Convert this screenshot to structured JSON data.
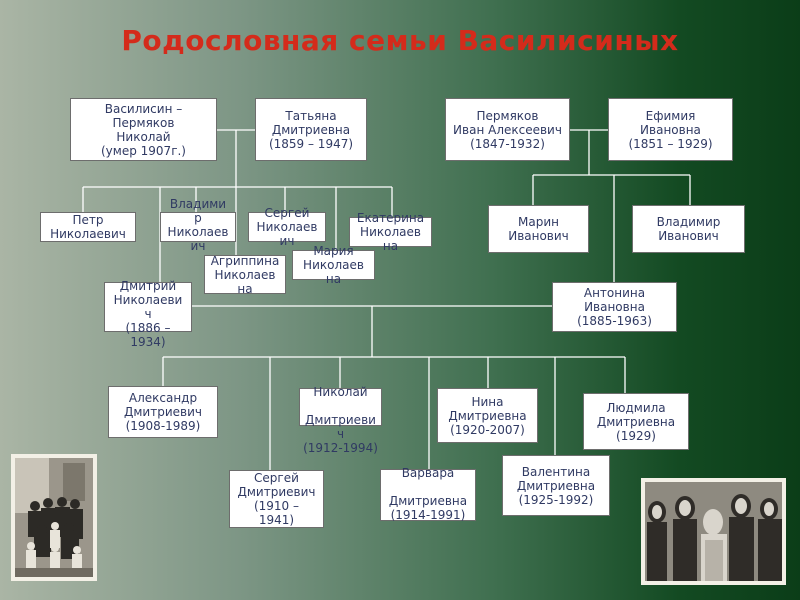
{
  "title": "Родословная семьи Василисиных",
  "people": {
    "nikolai": "Василисин –\nПермяков\nНиколай\n(умер 1907г.)",
    "tatyana": "Татьяна\nДмитриевна\n(1859 – 1947)",
    "ivan": "Пермяков\nИван Алексеевич\n(1847-1932)",
    "efimiya": "Ефимия\nИвановна\n(1851 – 1929)",
    "petr": "Петр\nНиколаевич",
    "vladimir_n": "Владими\nр\nНиколаев\nич",
    "sergei_n": "Сергей\nНиколаев\nич",
    "ekaterina": "Екатерина\nНиколаев\nна",
    "agrippina": "Агриппина\nНиколаев\nна",
    "maria": "Мария\nНиколаев\nна",
    "marin": "Марин\nИванович",
    "vladimir_i": "Владимир\nИванович",
    "dmitry": "Дмитрий\nНиколаеви\nч\n(1886 –\n1934)",
    "antonina": "Антонина\nИвановна\n(1885-1963)",
    "alexandr": "Александр\nДмитриевич\n(1908-1989)",
    "nikolai_d": "Николай\n\nДмитриеви\nч\n(1912-1994)",
    "nina": "Нина\nДмитриевна\n(1920-2007)",
    "ludmila": "Людмила\nДмитриевна\n(1929)",
    "sergei_d": "Сергей\nДмитриевич\n(1910 –\n1941)",
    "varvara": "Варвара\n\nДмитриевна\n(1914-1991)",
    "valentina": "Валентина\nДмитриевна\n(1925-1992)"
  },
  "colors": {
    "title": "#d42b1b",
    "box_text": "#303a63",
    "box_bg": "#ffffff",
    "lines": "#ffffff",
    "bg_left": "#aab5a5",
    "bg_right": "#0b3d18"
  }
}
